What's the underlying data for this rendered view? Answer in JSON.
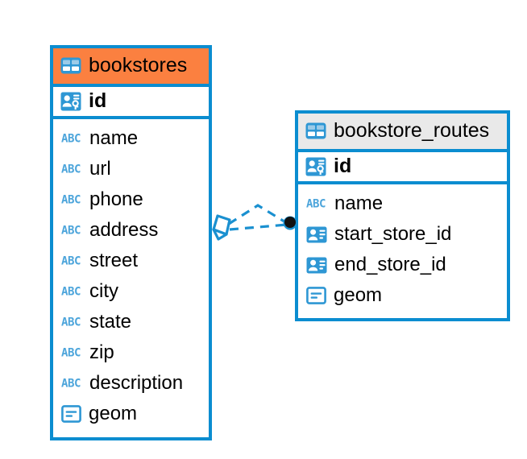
{
  "diagram": {
    "type": "entity-relationship-diagram",
    "background": "#ffffff",
    "colors": {
      "border_blue": "#0b8dd0",
      "icon_blue": "#2e97d4",
      "header_highlight_orange": "#fb8040",
      "header_default_gray": "#e9e9e9",
      "text_black": "#000000",
      "connector_blue": "#1a90d0",
      "endpoint_black": "#111111"
    },
    "entities": [
      {
        "name": "bookstores",
        "header_icon": "table-icon",
        "header_style": "highlighted",
        "primary_key": {
          "label": "id",
          "icon": "primary-key-icon"
        },
        "fields": [
          {
            "label": "name",
            "icon": "abc-text-icon"
          },
          {
            "label": "url",
            "icon": "abc-text-icon"
          },
          {
            "label": "phone",
            "icon": "abc-text-icon"
          },
          {
            "label": "address",
            "icon": "abc-text-icon"
          },
          {
            "label": "street",
            "icon": "abc-text-icon"
          },
          {
            "label": "city",
            "icon": "abc-text-icon"
          },
          {
            "label": "state",
            "icon": "abc-text-icon"
          },
          {
            "label": "zip",
            "icon": "abc-text-icon"
          },
          {
            "label": "description",
            "icon": "abc-text-icon"
          },
          {
            "label": "geom",
            "icon": "geometry-icon"
          }
        ]
      },
      {
        "name": "bookstore_routes",
        "header_icon": "table-icon",
        "header_style": "default",
        "primary_key": {
          "label": "id",
          "icon": "primary-key-icon"
        },
        "fields": [
          {
            "label": "name",
            "icon": "abc-text-icon"
          },
          {
            "label": "start_store_id",
            "icon": "foreign-key-icon"
          },
          {
            "label": "end_store_id",
            "icon": "foreign-key-icon"
          },
          {
            "label": "geom",
            "icon": "geometry-icon"
          }
        ]
      }
    ],
    "relationship": {
      "from_entity": "bookstores",
      "to_entity": "bookstore_routes",
      "line_style": "dashed",
      "source_marker": "diamond-marker",
      "target_marker": "filled-circle-marker"
    }
  }
}
